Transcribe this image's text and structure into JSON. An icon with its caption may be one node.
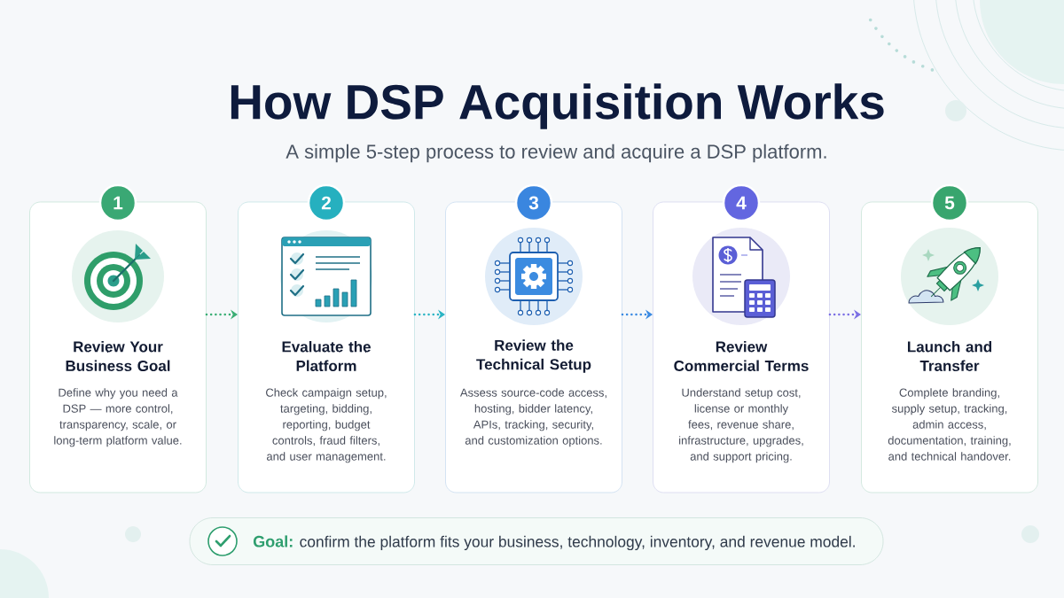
{
  "diagram": {
    "title": "How DSP Acquisition Works",
    "nodes": [
      {
        "text": [
          "1"
        ]
      },
      {
        "text": [
          "Review Your Business Goal",
          "Define why you need a DSP — more control, transparency, scale, or long-term platform value."
        ]
      },
      {
        "text": [
          "2"
        ]
      },
      {
        "text": [
          "Evaluate the Platform",
          "Check campaign setup, targeting, bidding, reporting, budget controls, fraud filters, and user management."
        ]
      },
      {
        "text": [
          "3"
        ]
      },
      {
        "text": [
          "Review the Technical Setup",
          "Assess source-code access, hosting, bidder latency, APIs, tracking, security, and customization options."
        ]
      },
      {
        "text": [
          "4"
        ]
      },
      {
        "text": [
          "Review Commercial Terms",
          "Understand setup cost, license or monthly fees, revenue share, infrastructure, upgrades, and support pricing."
        ]
      },
      {
        "text": [
          "5"
        ]
      },
      {
        "text": [
          "Launch and Transfer",
          "Complete branding, supply setup, tracking, admin access, documentation, training, and technical handover."
        ]
      },
      {
        "text": [
          "Goal:",
          "confirm the platform fits your business, technology, inventory, and revenue model."
        ]
      }
    ],
    "edges": [
      {
        "from": 1,
        "to": 3,
        "arrow": "to",
        "style": "dashed",
        "color": "#3aae74"
      },
      {
        "from": 3,
        "to": 5,
        "arrow": "to",
        "style": "dashed",
        "color": "#2bb4c4"
      },
      {
        "from": 5,
        "to": 7,
        "arrow": "to",
        "style": "dashed",
        "color": "#3a8ae2"
      },
      {
        "from": 7,
        "to": 9,
        "arrow": "to",
        "style": "dashed",
        "color": "#7b6fe4"
      }
    ],
    "labels": [
      "A simple 5-step process to review and acquire a DSP platform."
    ]
  }
}
